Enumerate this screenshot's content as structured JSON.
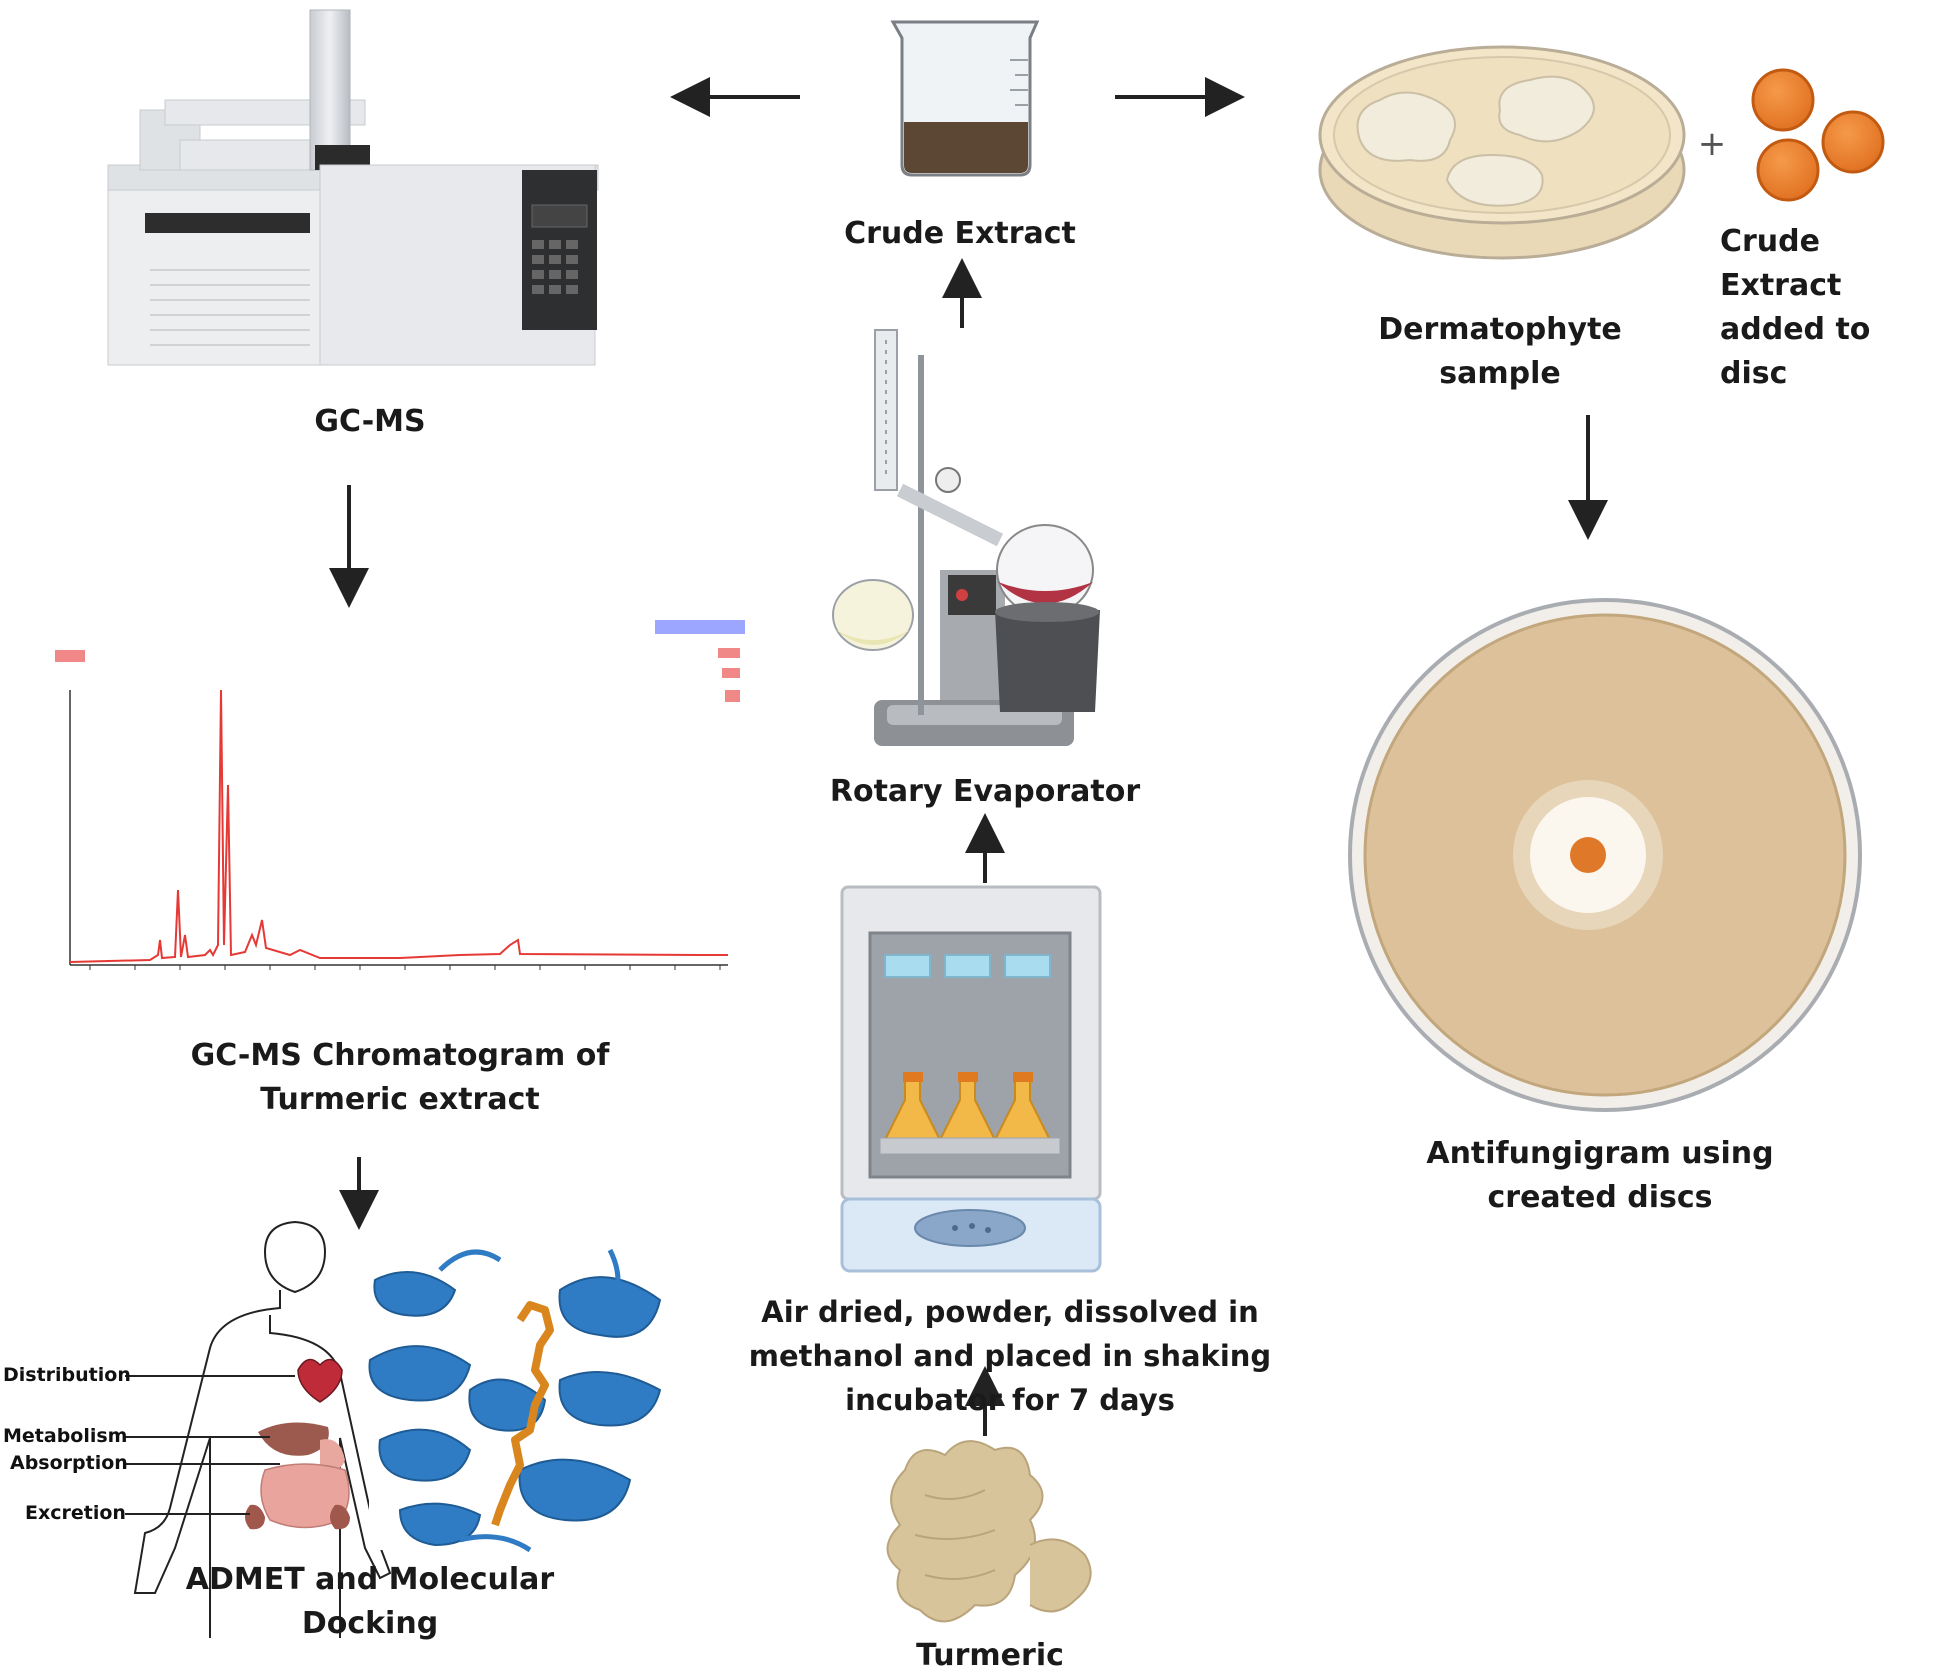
{
  "labels": {
    "gcms": "GC-MS",
    "crude_extract": "Crude Extract",
    "dermatophyte": "Dermatophyte sample",
    "crude_disc": "Crude Extract added to disc",
    "antifungigram": "Antifungigram using created discs",
    "rotary": "Rotary Evaporator",
    "chromatogram": "GC-MS Chromatogram of Turmeric extract",
    "incubation": "Air dried, powder, dissolved in methanol and placed in shaking incubator for 7 days",
    "turmeric": "Turmeric",
    "admet": "ADMET and Molecular Docking",
    "plus": "+"
  },
  "admet_organs": {
    "distribution": "Distribution",
    "metabolism": "Metabolism",
    "absorption": "Absorption",
    "excretion": "Excretion"
  },
  "colors": {
    "arrow": "#222222",
    "disc": "#ea7f2e",
    "agar": "#dcc19a",
    "protein": "#2f7cc4",
    "ligand": "#d9861e",
    "chromatogram": "#e53935"
  }
}
